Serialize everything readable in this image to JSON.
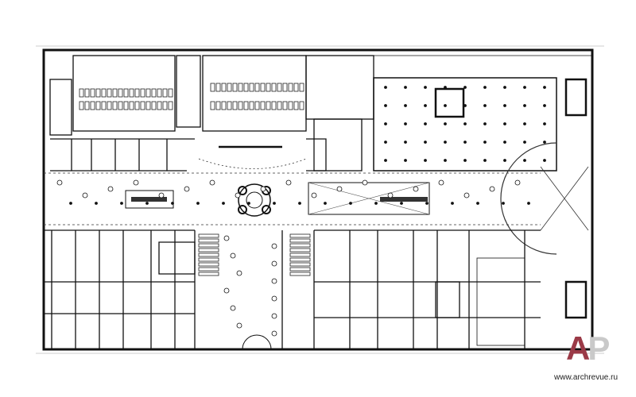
{
  "drawing": {
    "type": "floor-plan",
    "watermark": {
      "logo_letters": [
        "A",
        "P"
      ],
      "url": "www.archrevue.ru"
    },
    "colors": {
      "wall": "#111111",
      "thin": "#555555",
      "logo_a": "#9b3a47",
      "logo_p": "#c9c9c9"
    }
  }
}
